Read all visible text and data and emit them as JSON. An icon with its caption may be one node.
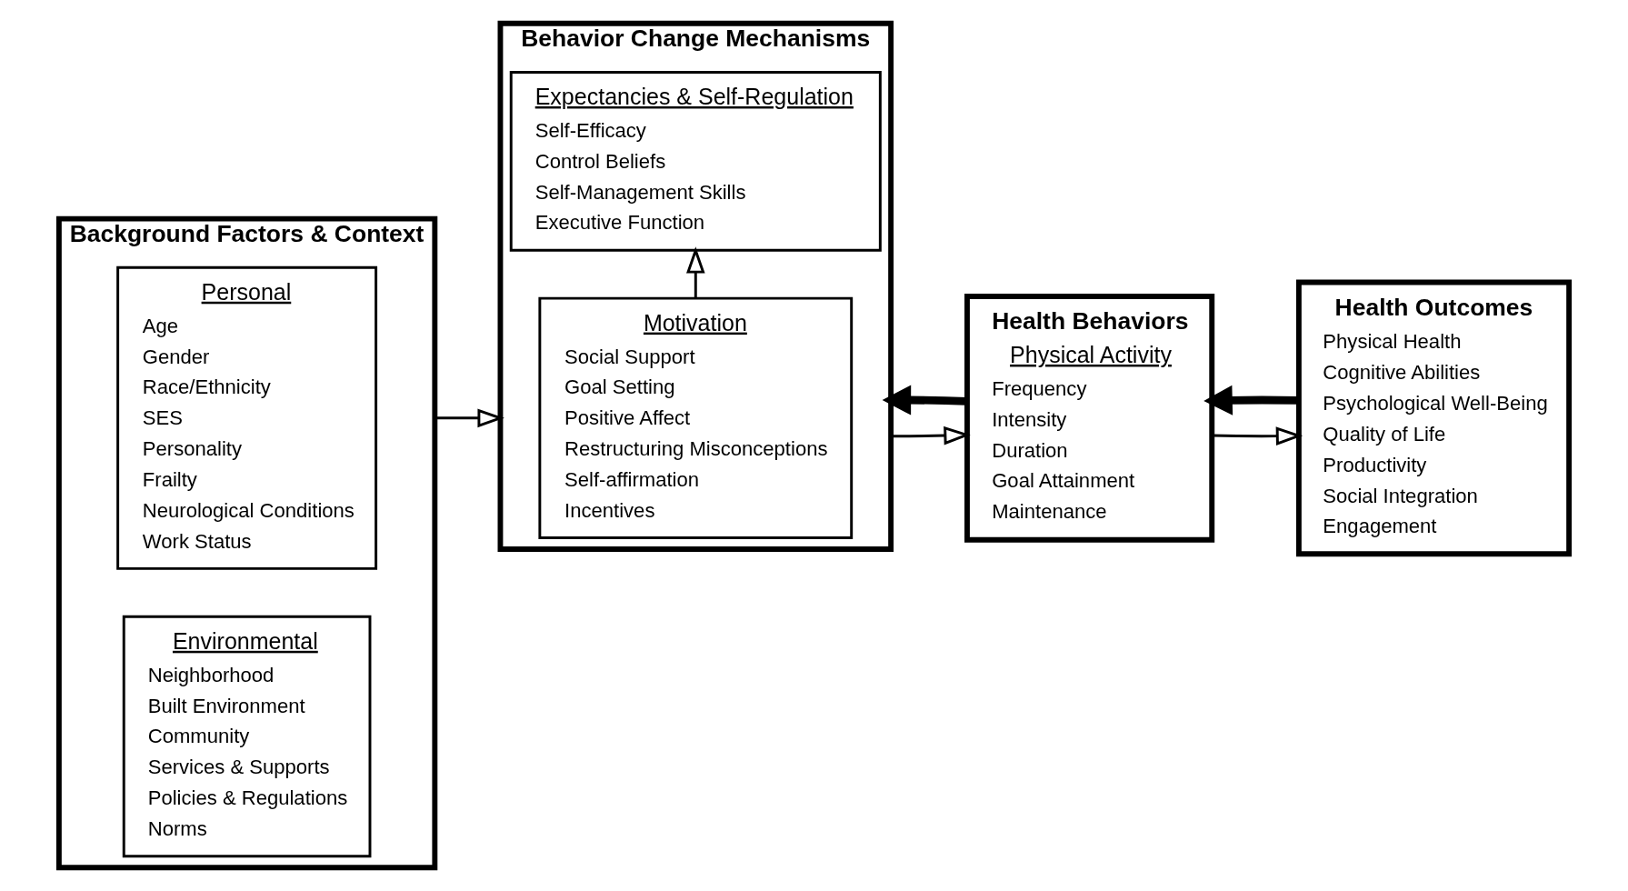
{
  "diagram": {
    "nodes": [
      {
        "text": [
          "Background Factors & Context"
        ]
      },
      {
        "text": [
          "Personal",
          "Age",
          "Gender",
          "Race/Ethnicity",
          "SES",
          "Personality",
          "Frailty",
          "Neurological Conditions",
          "Work Status"
        ],
        "in": 0
      },
      {
        "text": [
          "Environmental",
          "Neighborhood",
          "Built Environment",
          "Community",
          "Services & Supports",
          "Policies & Regulations",
          "Norms"
        ],
        "in": 0
      },
      {
        "text": [
          "Behavior Change Mechanisms"
        ]
      },
      {
        "text": [
          "Motivation",
          "Social Support",
          "Goal Setting",
          "Positive Affect",
          "Restructuring Misconceptions",
          "Self-affirmation",
          "Incentives"
        ],
        "in": 3
      },
      {
        "text": [
          "Expectancies & Self-Regulation",
          "Self-Efficacy",
          "Control Beliefs",
          "Self-Management Skills",
          "Executive Function"
        ],
        "in": 3
      },
      {
        "text": [
          "Health Behaviors",
          "Physical Activity",
          "Frequency",
          "Intensity",
          "Duration",
          "Goal Attainment",
          "Maintenance"
        ]
      },
      {
        "text": [
          "Health Outcomes",
          "Physical Health",
          "Cognitive Abilities",
          "Psychological Well-Being",
          "Quality of Life",
          "Productivity",
          "Social Integration",
          "Engagement"
        ]
      }
    ],
    "edges": [
      {
        "from": 0,
        "to": 3,
        "arrow": "to"
      },
      {
        "from": 4,
        "to": 5,
        "arrow": "to"
      },
      {
        "from": 3,
        "to": 6,
        "arrow": "to"
      },
      {
        "from": 6,
        "to": 3,
        "arrow": "to",
        "style": "thick"
      },
      {
        "from": 6,
        "to": 7,
        "arrow": "to"
      },
      {
        "from": 7,
        "to": 6,
        "arrow": "to",
        "style": "thick"
      }
    ]
  }
}
